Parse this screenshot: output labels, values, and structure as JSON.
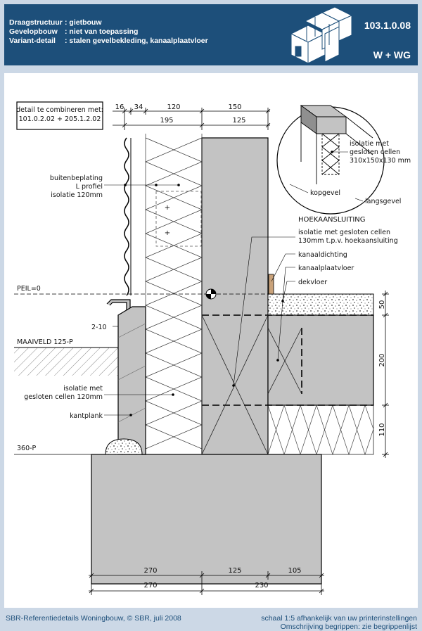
{
  "header": {
    "rows": [
      {
        "label": "Draagstructuur",
        "value": ": gietbouw"
      },
      {
        "label": "Gevelopbouw",
        "value": ": niet van toepassing"
      },
      {
        "label": "Variant-detail",
        "value": ": stalen gevelbekleding, kanaalplaatvloer"
      }
    ],
    "code": "103.1.0.08",
    "variant": "W + WG"
  },
  "labels": {
    "combine_line1": "detail te combineren met:",
    "combine_line2": "101.0.2.02 + 205.1.2.02",
    "buitenbeplating": "buitenbeplating",
    "l_profiel": "L profiel",
    "isolatie120": "isolatie 120mm",
    "isolatie_cellen_1": "isolatie met",
    "isolatie_cellen_2": "gesloten cellen",
    "isolatie_cellen_3": "310x150x130 mm",
    "kopgevel": "kopgevel",
    "langsgevel": "langsgevel",
    "hoekaansluiting": "HOEKAANSLUITING",
    "isolatie_hoek_1": "isolatie met gesloten cellen",
    "isolatie_hoek_2": "130mm t.p.v. hoekaansluiting",
    "kanaaldichting": "kanaaldichting",
    "kanaalplaatvloer": "kanaalplaatvloer",
    "dekvloer": "dekvloer",
    "peil": "PEIL=0",
    "two_ten": "2-10",
    "maaiveld": "MAAIVELD 125-P",
    "isolatie_met": "isolatie met",
    "gesloten_cellen_120": "gesloten cellen 120mm",
    "kantplank": "kantplank",
    "p360": "360-P"
  },
  "dims": {
    "top_row1": [
      "16",
      "34",
      "120",
      "150"
    ],
    "top_row2": [
      "195",
      "125"
    ],
    "right": [
      "50",
      "200",
      "110"
    ],
    "bottom_row1": [
      "270",
      "125",
      "105"
    ],
    "bottom_row2": [
      "270",
      "230"
    ]
  },
  "footer": {
    "left": "SBR-Referentiedetails Woningbouw, © SBR, juli 2008",
    "right1": "schaal 1:5 afhankelijk van uw printerinstellingen",
    "right2": "Omschrijving begrippen: zie begrippenlijst"
  },
  "colors": {
    "header": "#1d4f7a",
    "frame": "#ccd8e6",
    "concrete": "#c3c3c3"
  }
}
